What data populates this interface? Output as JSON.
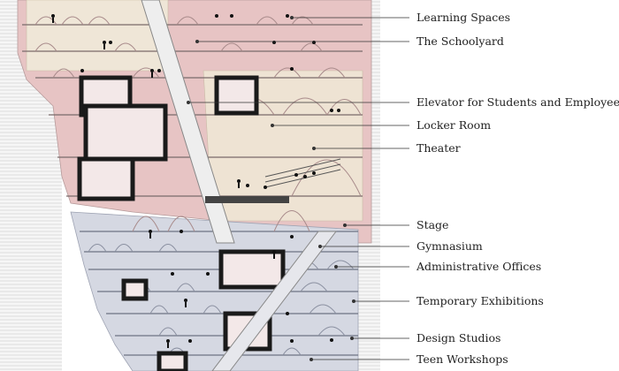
{
  "labels": [
    {
      "key": "learning",
      "text": "Learning Spaces"
    },
    {
      "key": "schoolyard",
      "text": "The Schoolyard"
    },
    {
      "key": "elevator",
      "text": "Elevator for Students and Employees"
    },
    {
      "key": "locker",
      "text": "Locker Room"
    },
    {
      "key": "theater",
      "text": "Theater"
    },
    {
      "key": "stage",
      "text": "Stage"
    },
    {
      "key": "gymnasium",
      "text": "Gymnasium"
    },
    {
      "key": "admin",
      "text": "Administrative Offices"
    },
    {
      "key": "exhibitions",
      "text": "Temporary Exhibitions"
    },
    {
      "key": "design",
      "text": "Design Studios"
    },
    {
      "key": "teen",
      "text": "Teen Workshops"
    }
  ],
  "colors": {
    "upper_pink": "#e7c4c4",
    "upper_cream": "#eee3d3",
    "lower_blue": "#d5d8e2",
    "black_frame": "#1a1a1a",
    "leader": "#333333"
  }
}
